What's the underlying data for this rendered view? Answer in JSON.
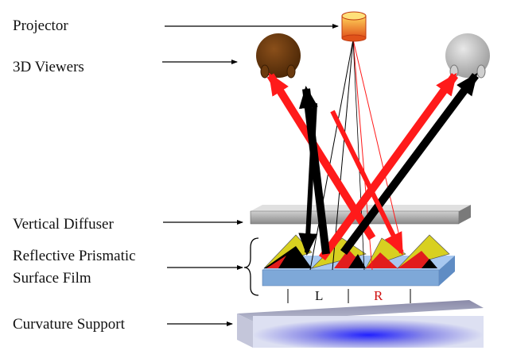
{
  "labels": {
    "projector": "Projector",
    "viewers": "3D Viewers",
    "diffuser": "Vertical Diffuser",
    "film_line1": "Reflective Prismatic",
    "film_line2": "Surface Film",
    "support": "Curvature Support"
  },
  "segment_labels": {
    "left": "L",
    "right": "R"
  },
  "colors": {
    "text": "#111111",
    "left_viewer_head": "#6b3a0e",
    "right_viewer_head": "#c8c8c8",
    "projector_body": "#f08a2a",
    "red_ray": "#ff1a1a",
    "black_ray": "#000000",
    "prism_yellow": "#d8d020",
    "film_base": "#7ea8d8",
    "diffuser": "#9a9a9a",
    "support_glow": "#3b3bff",
    "r_label": "#d01010"
  }
}
